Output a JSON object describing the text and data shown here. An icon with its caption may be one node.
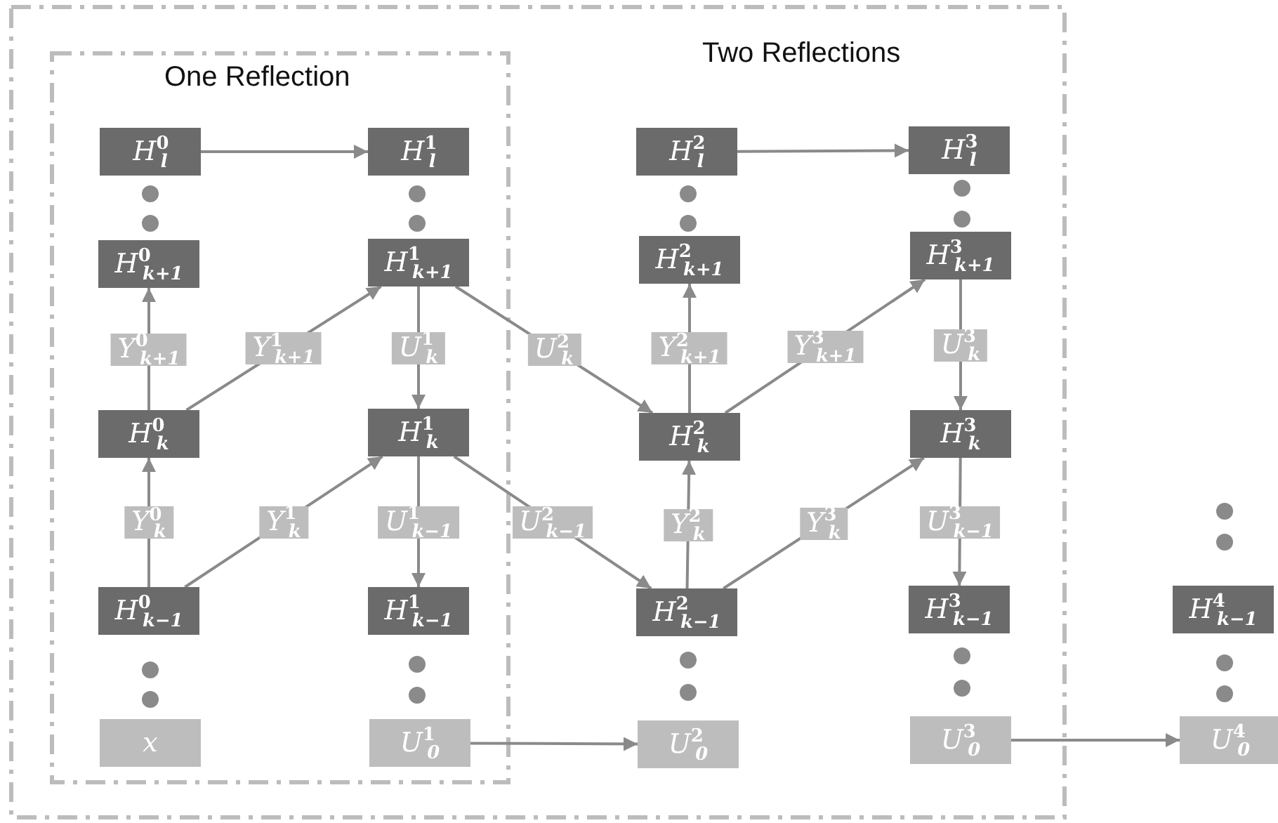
{
  "diagram": {
    "nodes": [
      {
        "text": [
          "Two Reflections"
        ]
      },
      {
        "text": [
          "One Reflection"
        ],
        "in": 0
      },
      {
        "text": [
          "H$^{0}$$_{l}$"
        ],
        "in": 1
      },
      {
        "text": [
          "H$^{1}$$_{l}$"
        ],
        "in": 1
      },
      {
        "text": [
          "H$^{0}$$_{k+1}$"
        ],
        "in": 1
      },
      {
        "text": [
          "H$^{1}$$_{k+1}$"
        ],
        "in": 1
      },
      {
        "text": [
          "H$^{0}$$_{k}$"
        ],
        "in": 1
      },
      {
        "text": [
          "H$^{1}$$_{k}$"
        ],
        "in": 1
      },
      {
        "text": [
          "H$^{0}$$_{k−1}$"
        ],
        "in": 1
      },
      {
        "text": [
          "H$^{1}$$_{k−1}$"
        ],
        "in": 1
      },
      {
        "text": [
          "x"
        ],
        "in": 1
      },
      {
        "text": [
          "U$^{1}$$_{0}$"
        ],
        "in": 1
      },
      {
        "text": [
          "H$^{2}$$_{l}$"
        ],
        "in": 0
      },
      {
        "text": [
          "H$^{3}$$_{l}$"
        ],
        "in": 0
      },
      {
        "text": [
          "H$^{2}$$_{k+1}$"
        ],
        "in": 0
      },
      {
        "text": [
          "H$^{3}$$_{k+1}$"
        ],
        "in": 0
      },
      {
        "text": [
          "H$^{2}$$_{k}$"
        ],
        "in": 0
      },
      {
        "text": [
          "H$^{3}$$_{k}$"
        ],
        "in": 0
      },
      {
        "text": [
          "H$^{2}$$_{k−1}$"
        ],
        "in": 0
      },
      {
        "text": [
          "H$^{3}$$_{k−1}$"
        ],
        "in": 0
      },
      {
        "text": [
          "H$^{4}$$_{k−1}$"
        ]
      },
      {
        "text": [
          "U$^{2}$$_{0}$"
        ],
        "in": 0
      },
      {
        "text": [
          "U$^{3}$$_{0}$"
        ],
        "in": 0
      },
      {
        "text": [
          "U$^{4}$$_{0}$"
        ]
      }
    ],
    "edges": [
      {
        "from": 2,
        "to": 3,
        "arrow": "to"
      },
      {
        "from": 6,
        "to": 4,
        "arrow": "to",
        "label": "Y$^{0}$$_{k+1}$"
      },
      {
        "from": 6,
        "to": 5,
        "arrow": "to",
        "label": "Y$^{1}$$_{k+1}$"
      },
      {
        "from": 5,
        "to": 7,
        "arrow": "to",
        "label": "U$^{1}$$_{k}$"
      },
      {
        "from": 5,
        "to": 16,
        "arrow": "to",
        "label": "U$^{2}$$_{k}$"
      },
      {
        "from": 8,
        "to": 6,
        "arrow": "to",
        "label": "Y$^{0}$$_{k}$"
      },
      {
        "from": 8,
        "to": 7,
        "arrow": "to",
        "label": "Y$^{1}$$_{k}$"
      },
      {
        "from": 7,
        "to": 9,
        "arrow": "to",
        "label": "U$^{1}$$_{k−1}$"
      },
      {
        "from": 7,
        "to": 18,
        "arrow": "to",
        "label": "U$^{2}$$_{k−1}$"
      },
      {
        "from": 11,
        "to": 21,
        "arrow": "to"
      },
      {
        "from": 12,
        "to": 13,
        "arrow": "to"
      },
      {
        "from": 16,
        "to": 14,
        "arrow": "to",
        "label": "Y$^{2}$$_{k+1}$"
      },
      {
        "from": 16,
        "to": 15,
        "arrow": "to",
        "label": "Y$^{3}$$_{k+1}$"
      },
      {
        "from": 15,
        "to": 17,
        "arrow": "to",
        "label": "U$^{3}$$_{k}$"
      },
      {
        "from": 18,
        "to": 16,
        "arrow": "to",
        "label": "Y$^{2}$$_{k}$"
      },
      {
        "from": 18,
        "to": 17,
        "arrow": "to",
        "label": "Y$^{3}$$_{k}$"
      },
      {
        "from": 17,
        "to": 19,
        "arrow": "to",
        "label": "U$^{3}$$_{k−1}$"
      },
      {
        "from": 22,
        "to": 23,
        "arrow": "to"
      }
    ]
  }
}
